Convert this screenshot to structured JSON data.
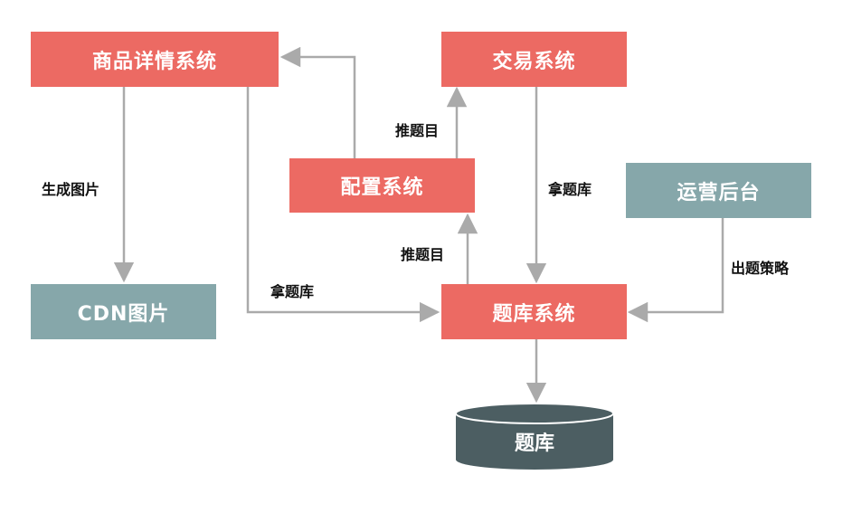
{
  "nodes": {
    "product_detail": "商品详情系统",
    "trade": "交易系统",
    "config": "配置系统",
    "operations": "运营后台",
    "cdn": "CDN图片",
    "question_bank_system": "题库系统",
    "question_bank_db": "题库"
  },
  "edges": {
    "generate_image": "生成图片",
    "push_item_upper": "推题目",
    "push_item_lower": "推题目",
    "fetch_bank_trade": "拿题库",
    "fetch_bank_product": "拿题库",
    "strategy": "出题策略"
  },
  "colors": {
    "system": "#ec6a63",
    "external": "#86a7aa",
    "database": "#4c5e62",
    "arrow": "#aaaaaa"
  }
}
